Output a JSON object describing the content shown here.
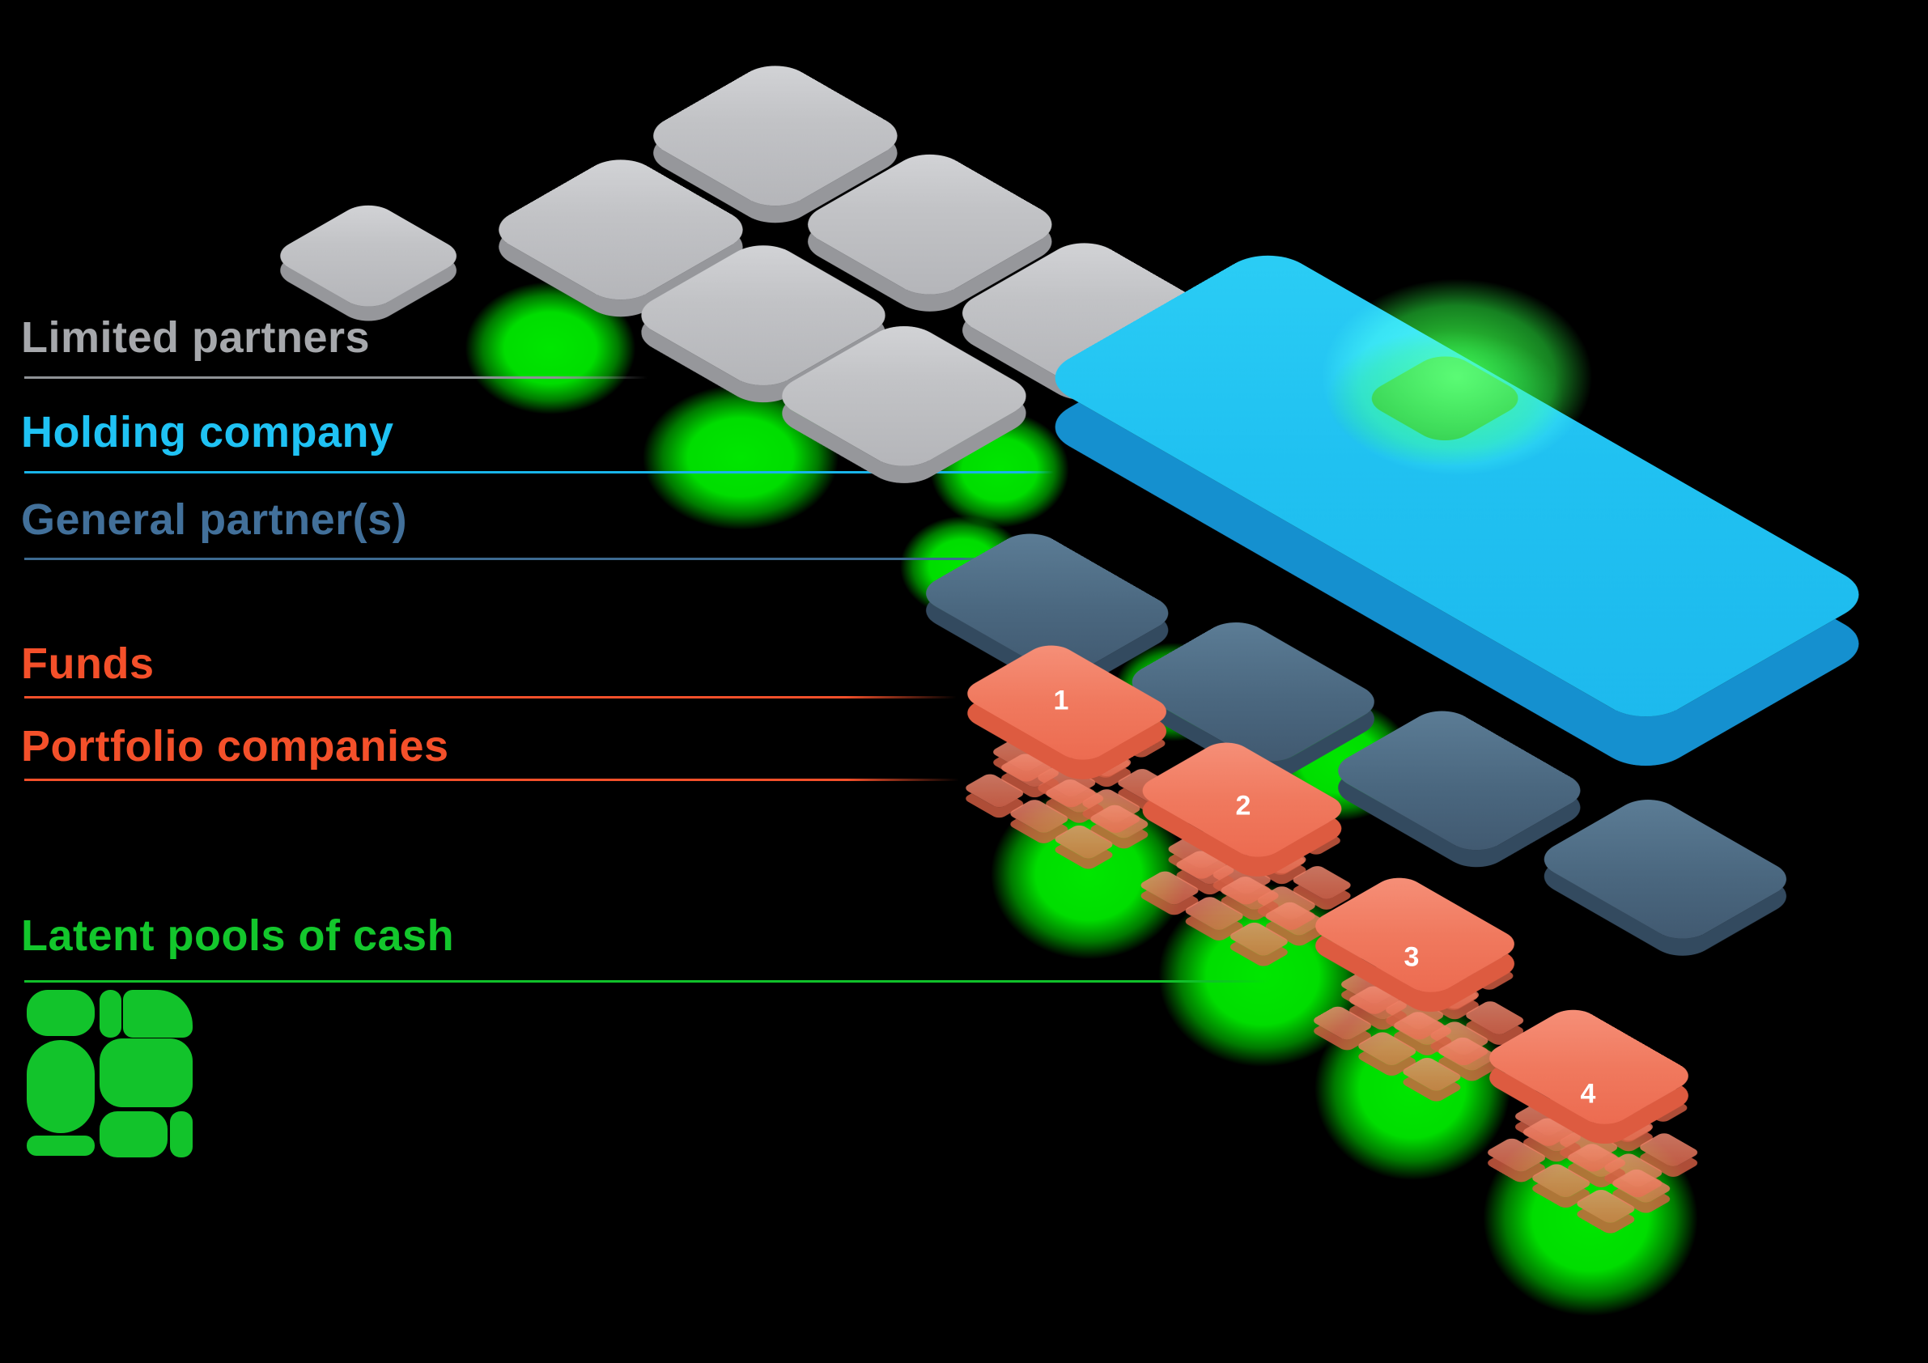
{
  "labels": {
    "limited_partners": {
      "text": "Limited partners",
      "color": "#a6a8ac",
      "line_color": "#8f9296"
    },
    "holding_company": {
      "text": "Holding company",
      "color": "#1fc2f4",
      "line_color": "#18b4e9"
    },
    "general_partners": {
      "text": "General partner(s)",
      "color": "#42709a",
      "line_color": "#3d6a90"
    },
    "funds": {
      "text": "Funds",
      "color": "#f4502a",
      "line_color": "#f4502a"
    },
    "portfolio_companies": {
      "text": "Portfolio companies",
      "color": "#f4502a",
      "line_color": "#f4502a"
    },
    "latent_pools": {
      "text": "Latent pools of cash",
      "color": "#13c72c",
      "line_color": "#10c02a"
    }
  },
  "fund_tiles": [
    {
      "number": "1"
    },
    {
      "number": "2"
    },
    {
      "number": "3"
    },
    {
      "number": "4"
    }
  ],
  "diagram": {
    "limited_partner_tile_count": 7,
    "holding_company_slab_count": 1,
    "general_partner_tile_count": 4,
    "fund_tile_count": 4,
    "portfolio_stack_floors_per_fund": 3,
    "colors": {
      "background": "#000000",
      "limited_partner_tile": "#c2c3c6",
      "holding_company_slab": "#20c1f1",
      "general_partner_tile": "#4a677f",
      "fund_tile": "#f0795e",
      "portfolio_brick": "#ee7a5f",
      "cash_glow": "#00dd00",
      "cash_pool": "#27a93d",
      "logo": "#12c32b",
      "number_text": "#ffffff"
    }
  }
}
